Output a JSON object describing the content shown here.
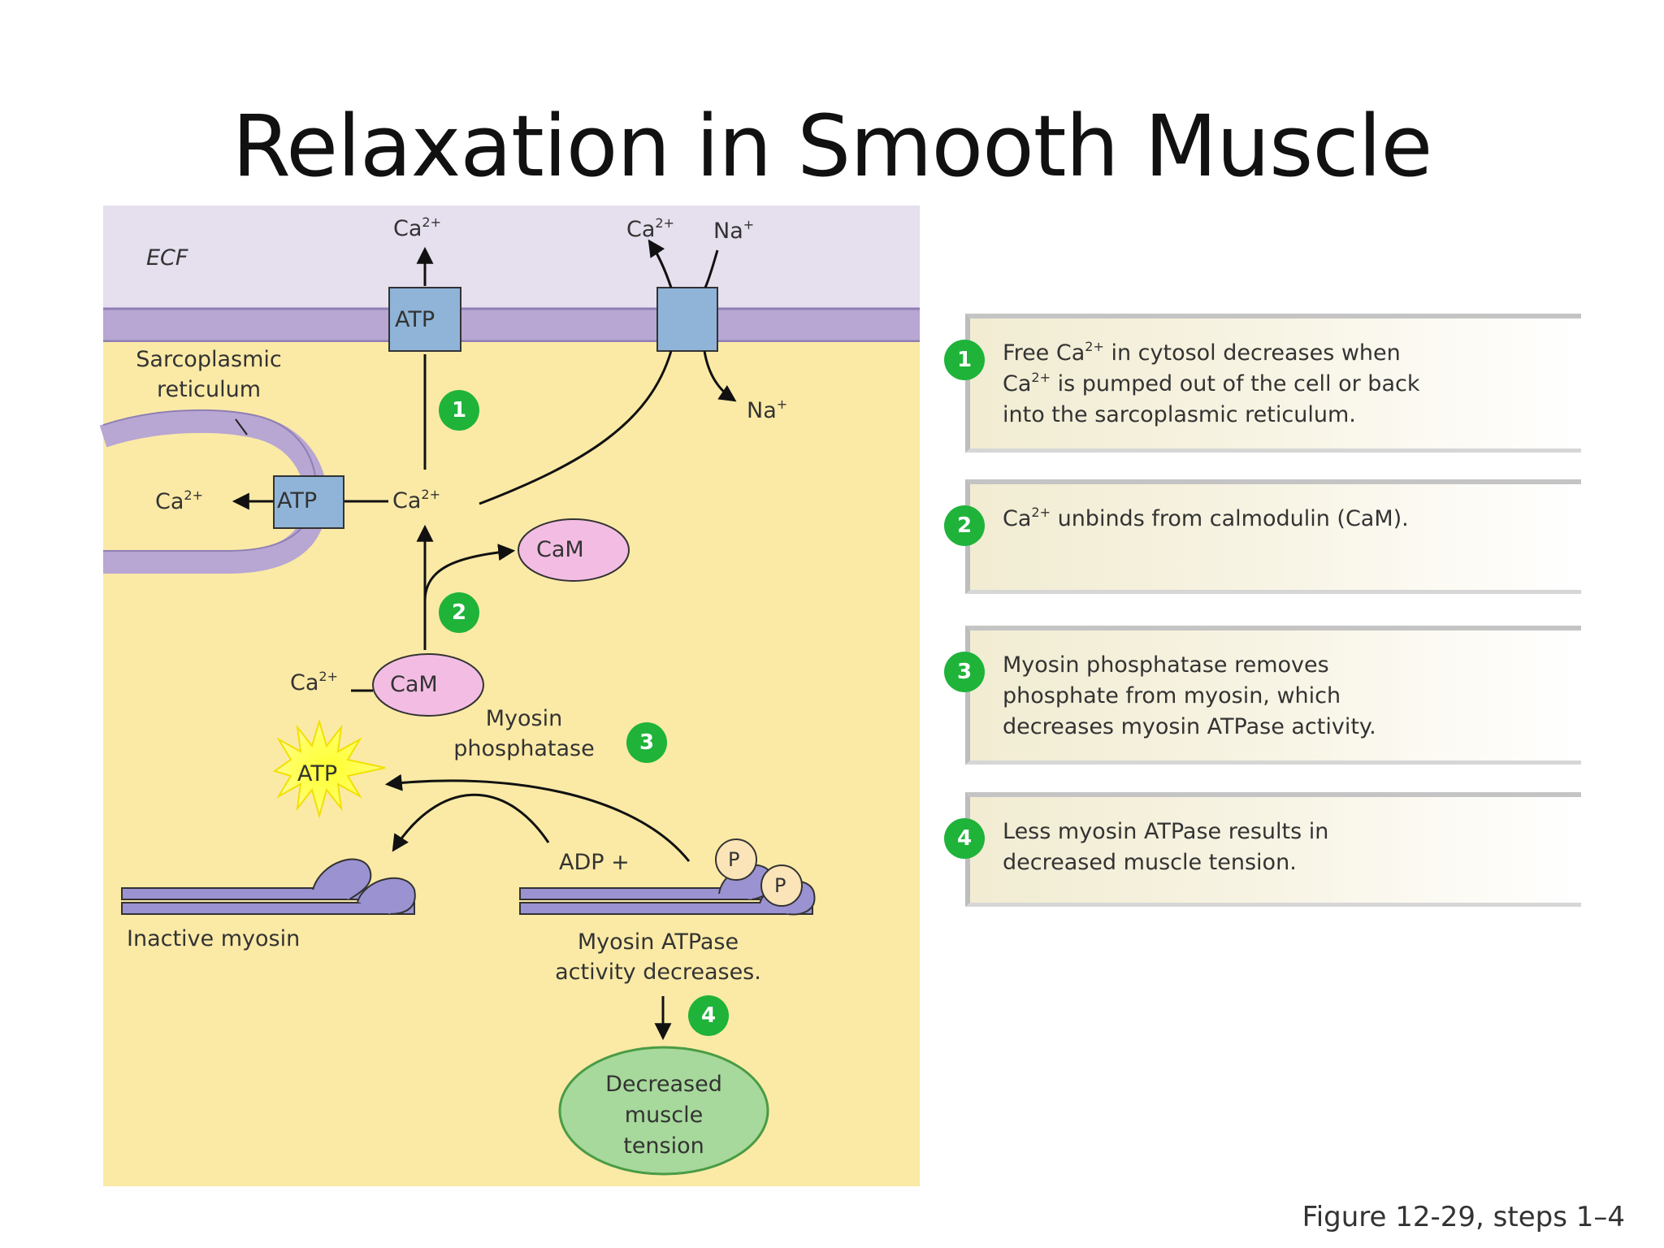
{
  "title": "Relaxation in Smooth Muscle",
  "caption": "Figure 12-29, steps 1–4",
  "diagram": {
    "ecf": "ECF",
    "sr_label_line1": "Sarcoplasmic",
    "sr_label_line2": "reticulum",
    "atp_pump_top": "ATP",
    "atp_pump_sr": "ATP",
    "ca_out_top_base": "Ca",
    "ca_out_exchanger_base": "Ca",
    "na_in_label_base": "Na",
    "na_out_label_base": "Na",
    "ca_center_base": "Ca",
    "ca_sr_base": "Ca",
    "ca_bound_base": "Ca",
    "charge_2plus": "2+",
    "charge_plus": "+",
    "cam_free": "CaM",
    "cam_bound": "CaM",
    "myosin_phosphatase_line1": "Myosin",
    "myosin_phosphatase_line2": "phosphatase",
    "atp_burst": "ATP",
    "adp_plus": "ADP +",
    "phosphate_p1": "P",
    "phosphate_p2": "P",
    "inactive_myosin": "Inactive myosin",
    "atpase_line1": "Myosin ATPase",
    "atpase_line2": "activity decreases.",
    "tension_line1": "Decreased",
    "tension_line2": "muscle",
    "tension_line3": "tension",
    "badges": [
      "1",
      "2",
      "3",
      "4"
    ]
  },
  "steps": [
    {
      "num": "1",
      "line1_a": "Free Ca",
      "line1_sup": "2+",
      "line1_b": " in cytosol decreases when",
      "line2_a": "Ca",
      "line2_sup": "2+",
      "line2_b": " is pumped out of the cell or back",
      "line3": "into the sarcoplasmic reticulum."
    },
    {
      "num": "2",
      "line1_a": "Ca",
      "line1_sup": "2+",
      "line1_b": " unbinds from calmodulin (CaM)."
    },
    {
      "num": "3",
      "line1": "Myosin phosphatase removes",
      "line2": "phosphate from myosin, which",
      "line3": "decreases myosin ATPase activity."
    },
    {
      "num": "4",
      "line1": "Less myosin ATPase results in",
      "line2": "decreased muscle tension."
    }
  ],
  "colors": {
    "cytosol": "#fbeaa6",
    "ecf": "#e5dfee",
    "membrane": "#b8a6d3",
    "pump": "#8fb4d8",
    "cam": "#f3bde3",
    "myosin": "#9b92d2",
    "badge": "#1fb33a",
    "tension": "#a6d99b"
  },
  "icons": [
    "atp-pump-icon",
    "exchanger-icon",
    "atp-burst-icon",
    "myosin-head-icon",
    "phosphate-icon"
  ]
}
